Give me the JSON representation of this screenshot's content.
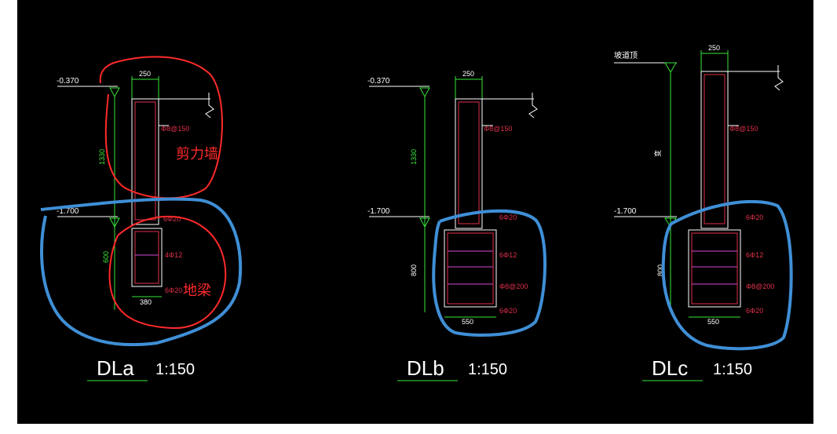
{
  "colors": {
    "background": "#000000",
    "frame": "#ffffff",
    "outline": "#ffffff",
    "dimension": "#39e639",
    "rebar": "#e0304a",
    "stirrup": "#d24cd2",
    "annotation_red": "#ff2a2a",
    "annotation_blue": "#3f8fd6"
  },
  "annotations": {
    "shear_wall": "剪力墙",
    "ground_beam": "地梁"
  },
  "details": [
    {
      "id": "DLa",
      "title": "DLa",
      "scale": "1:150",
      "top_level": "-0.370",
      "bottom_level": "-1.700",
      "wall_width": "250",
      "wall_height": "1330",
      "beam_height": "600",
      "beam_width": "380",
      "wall_bar": "Φ8@150",
      "beam_top_bar": "6Φ20",
      "beam_side_bar": "4Φ12",
      "beam_bottom_bar": "6Φ20"
    },
    {
      "id": "DLb",
      "title": "DLb",
      "scale": "1:150",
      "top_level": "-0.370",
      "bottom_level": "-1.700",
      "wall_width": "250",
      "wall_height": "1330",
      "beam_height": "800",
      "beam_width": "550",
      "wall_bar": "Φ8@150",
      "beam_top_bar": "6Φ20",
      "beam_side_bar": "6Φ12",
      "beam_stirrup": "Φ8@200",
      "beam_bottom_bar": "6Φ20"
    },
    {
      "id": "DLc",
      "title": "DLc",
      "scale": "1:150",
      "top_level": "坡道顶",
      "bottom_level": "-1.700",
      "wall_width": "250",
      "wall_height": "变",
      "beam_height": "800",
      "beam_width": "550",
      "wall_bar": "Φ8@150",
      "beam_top_bar": "6Φ20",
      "beam_side_bar": "6Φ12",
      "beam_stirrup": "Φ8@200",
      "beam_bottom_bar": "6Φ20"
    }
  ]
}
